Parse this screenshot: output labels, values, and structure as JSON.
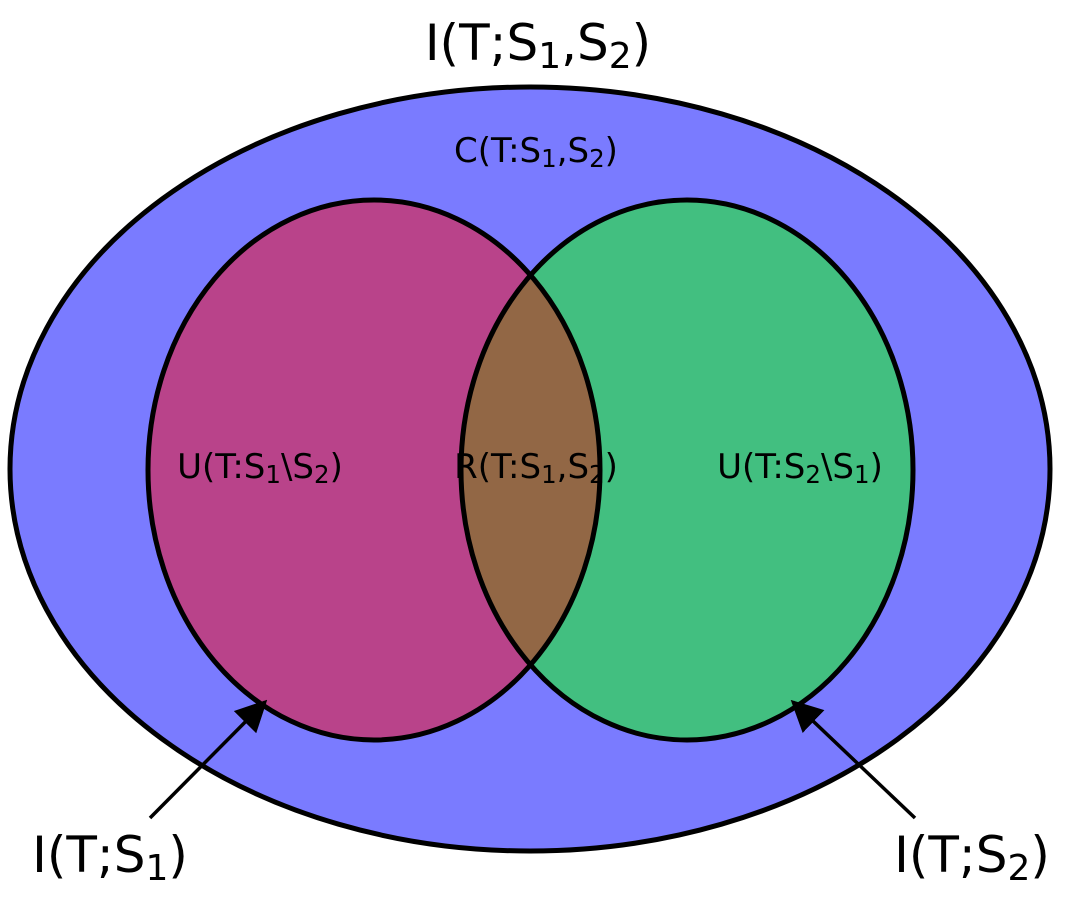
{
  "colors": {
    "outer_fill": "#7a7bff",
    "left_fill": "#b9438a",
    "right_fill": "#42bf80",
    "overlap_fill": "#926745",
    "stroke": "#000000"
  },
  "labels": {
    "top": {
      "pre": "I(T;S",
      "s1": "1",
      "mid": ",S",
      "s2": "2",
      "post": ")"
    },
    "complementary": {
      "pre": "C(T:S",
      "s1": "1",
      "mid": ",S",
      "s2": "2",
      "post": ")"
    },
    "unique_left": {
      "pre": "U(T:S",
      "s1": "1",
      "mid": "\\S",
      "s2": "2",
      "post": ")"
    },
    "redundant": {
      "pre": "R(T:S",
      "s1": "1",
      "mid": ",S",
      "s2": "2",
      "post": ")"
    },
    "unique_right": {
      "pre": "U(T:S",
      "s1": "2",
      "mid": "\\S",
      "s2": "1",
      "post": ")"
    },
    "mi_s1": {
      "pre": "I(T;S",
      "s1": "1",
      "post": ")"
    },
    "mi_s2": {
      "pre": "I(T;S",
      "s1": "2",
      "post": ")"
    }
  }
}
